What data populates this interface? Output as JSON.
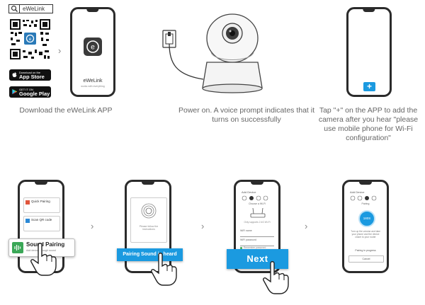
{
  "logo_text": "eWeLink",
  "badges": {
    "appstore_small": "Download on the",
    "appstore_big": "App Store",
    "googleplay_small": "GET IT ON",
    "googleplay_big": "Google Play"
  },
  "phone1": {
    "app_name": "eWeLink",
    "tagline": "works with everything"
  },
  "add_button_label": "+",
  "captions": {
    "download": "Download the eWeLink APP",
    "power_on": "Power on. A voice prompt indicates that it turns on successfully",
    "tap_plus": "Tap \"+\" on the APP to add the camera after you hear \"please use mobile phone for Wi-Fi configuration\""
  },
  "step2": {
    "options": [
      "Quick Pairing",
      "Scan QR code"
    ],
    "sound_pairing_title": "Sound Pairing",
    "sound_pairing_sub": "Add device through sound"
  },
  "step3": {
    "notice": "Please follow the instructions",
    "banner": "Pairing Sound is heard"
  },
  "step4": {
    "header": "Add Device",
    "label_wifi": "Choose a Wi-Fi",
    "label_2g": "Only supports 2.4G Wi-Fi",
    "wifi_name_label": "WiFi name",
    "wifi_password_label": "WiFi password",
    "remember": "Remember password",
    "banner": "Next"
  },
  "step5": {
    "header": "Add Device",
    "section": "Pairing",
    "countdown": "180S",
    "instruction": "Turn up the volume and take your phone and the device closer to your router",
    "status": "Pairing in progress",
    "cancel": "Cancel"
  },
  "colors": {
    "accent": "#1b9ae0",
    "text": "#666666",
    "phone_frame": "#2b2b2b",
    "green": "#3aa757"
  },
  "icons": [
    "search-icon",
    "qr-code-icon",
    "apple-icon",
    "google-play-icon",
    "chevron-right-icon",
    "plus-icon",
    "power-plug-icon",
    "camera-icon",
    "hand-pointer-icon",
    "sound-wave-icon",
    "router-icon"
  ]
}
